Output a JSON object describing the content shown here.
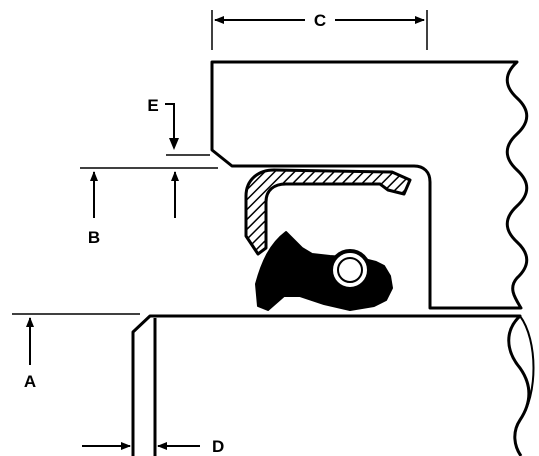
{
  "diagram": {
    "labels": {
      "a": "A",
      "b": "B",
      "c": "C",
      "d": "D",
      "e": "E"
    },
    "colors": {
      "ink": "#000000",
      "background": "#ffffff"
    }
  }
}
